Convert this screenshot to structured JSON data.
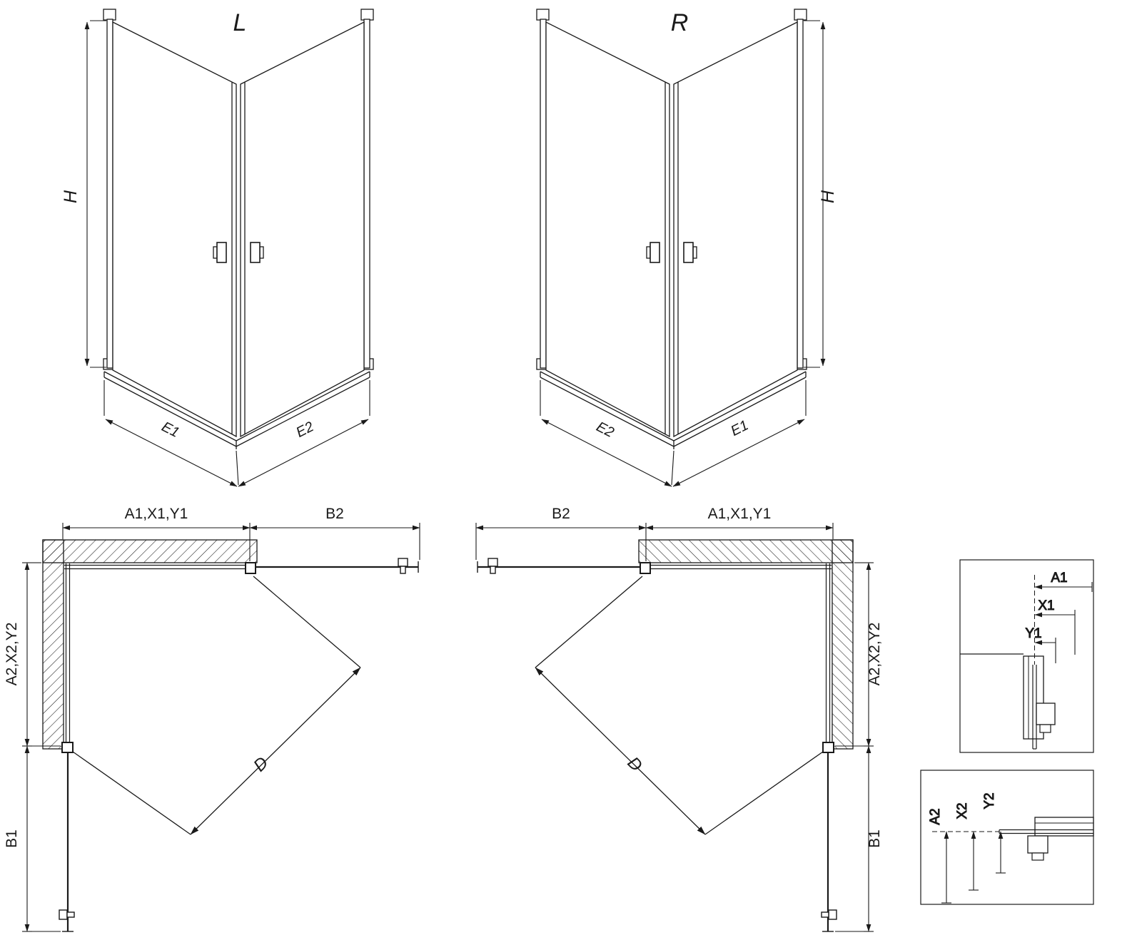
{
  "colors": {
    "ink": "#1a1a1a",
    "background": "#ffffff"
  },
  "iso_views": {
    "left": {
      "variant": "L",
      "height": "H",
      "near_panel": "E1",
      "far_panel": "E2"
    },
    "right": {
      "variant": "R",
      "height": "H",
      "near_panel": "E2",
      "far_panel": "E1"
    }
  },
  "plan_views": {
    "left": {
      "wall_dim": "A1,X1,Y1",
      "door_dim": "B2",
      "side_wall_dim": "A2,X2,Y2",
      "side_door_dim": "B1",
      "diagonal": "D"
    },
    "right": {
      "wall_dim": "A1,X1,Y1",
      "door_dim": "B2",
      "side_wall_dim": "A2,X2,Y2",
      "side_door_dim": "B1",
      "diagonal": "D"
    }
  },
  "detail_insets": {
    "top": {
      "dim_a": "A1",
      "dim_x": "X1",
      "dim_y": "Y1"
    },
    "bottom": {
      "dim_a": "A2",
      "dim_x": "X2",
      "dim_y": "Y2"
    }
  }
}
